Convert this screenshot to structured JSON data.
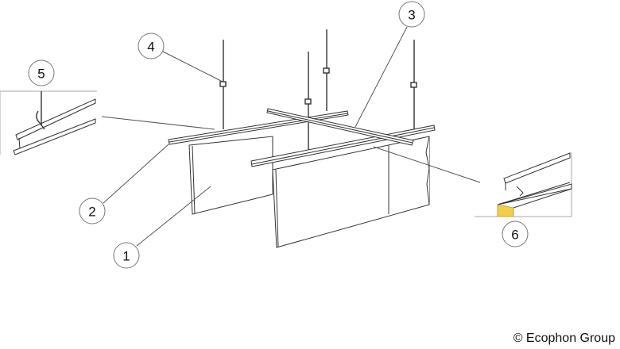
{
  "callouts": [
    {
      "number": "1",
      "meaning": ""
    },
    {
      "number": "2",
      "meaning": ""
    },
    {
      "number": "3",
      "meaning": ""
    },
    {
      "number": "4",
      "meaning": ""
    },
    {
      "number": "5",
      "meaning": ""
    },
    {
      "number": "6",
      "meaning": ""
    }
  ],
  "copyright": "© Ecophon Group",
  "colors": {
    "edge_highlight": "#f2cf4a",
    "line": "#333333",
    "frame": "#aaaaaa"
  }
}
